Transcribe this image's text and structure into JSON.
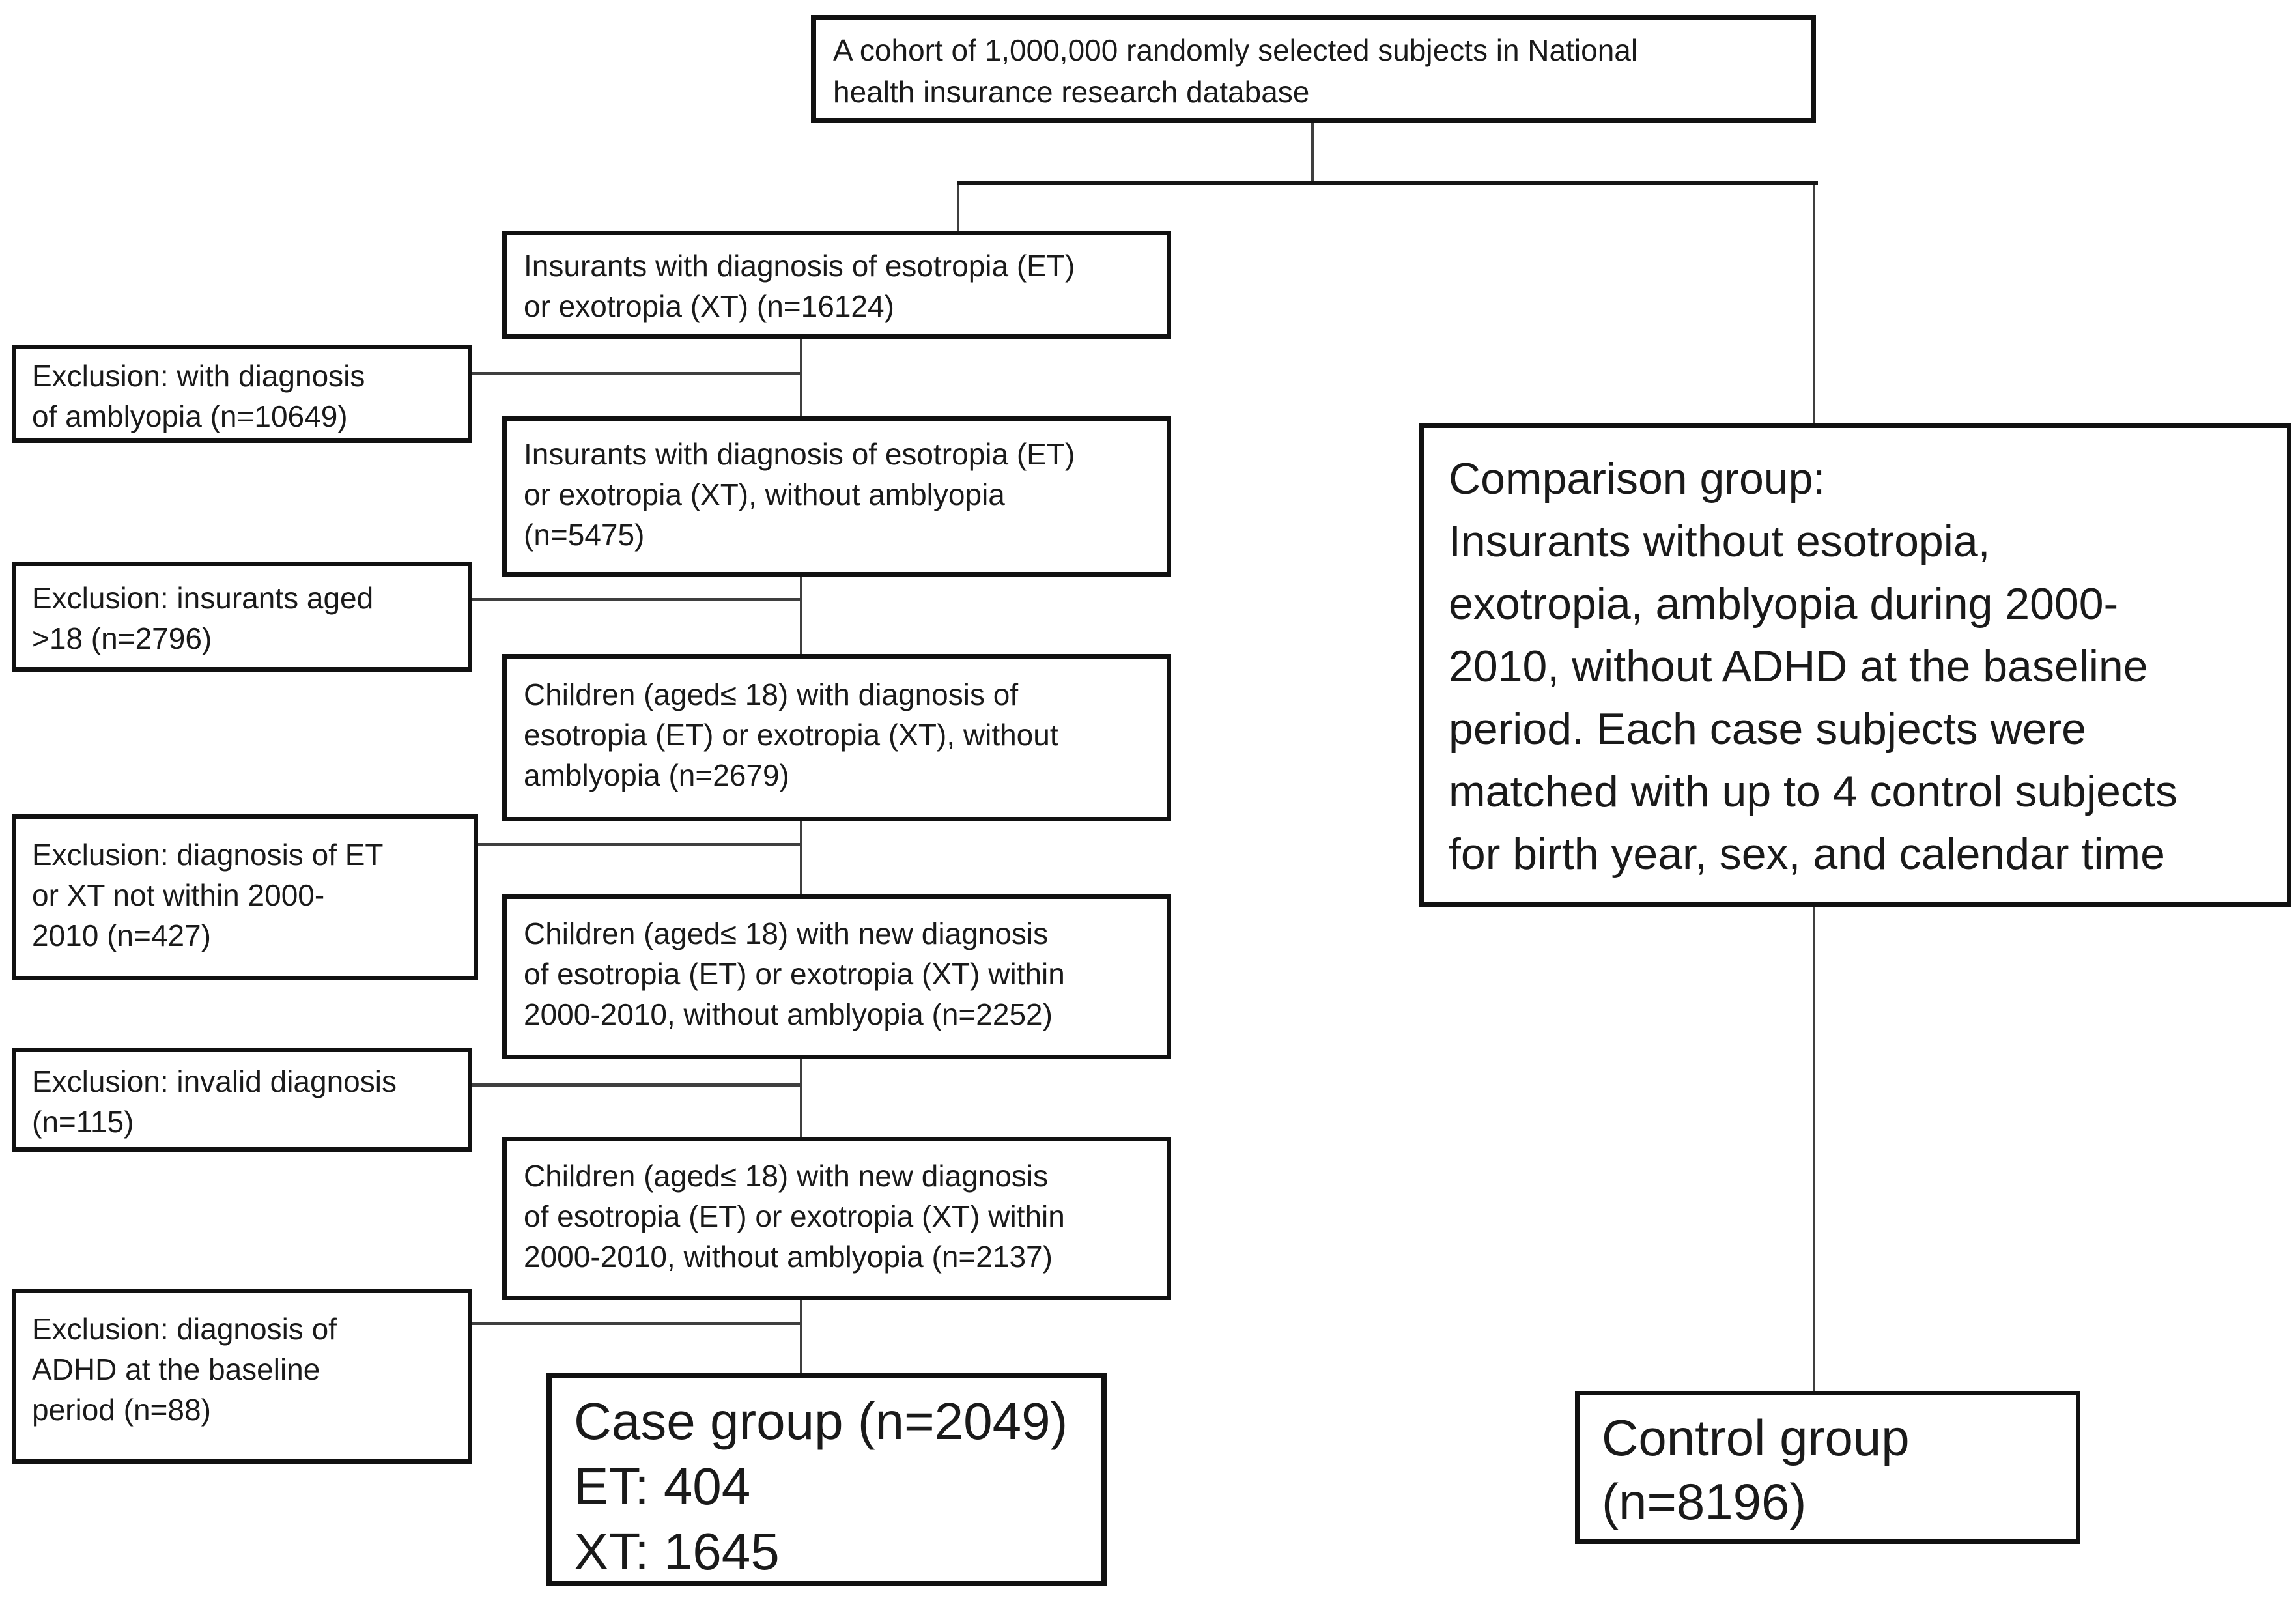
{
  "flowchart": {
    "nodes": {
      "cohort": {
        "text": "A cohort of 1,000,000 randomly selected subjects in National\nhealth insurance research database"
      },
      "strabismus": {
        "text": "Insurants with diagnosis of esotropia (ET)\nor exotropia (XT) (n=16124)"
      },
      "excl_amblyopia": {
        "text": "Exclusion: with diagnosis\nof amblyopia (n=10649)"
      },
      "strabismus_no_amblyopia": {
        "text": "Insurants with diagnosis of esotropia (ET)\nor exotropia (XT), without amblyopia\n(n=5475)"
      },
      "excl_aged": {
        "text": "Exclusion: insurants aged\n>18 (n=2796)"
      },
      "children_strabismus": {
        "text": "Children (aged≤ 18) with diagnosis of\nesotropia (ET) or exotropia (XT), without\namblyopia (n=2679)"
      },
      "excl_not_within_period": {
        "text": "Exclusion: diagnosis of ET\nor XT not within 2000-\n2010 (n=427)"
      },
      "children_new_diagnosis": {
        "text": "Children (aged≤ 18) with new diagnosis\nof esotropia (ET) or exotropia (XT) within\n2000-2010, without amblyopia (n=2252)"
      },
      "excl_invalid": {
        "text": "Exclusion: invalid diagnosis\n(n=115)"
      },
      "children_valid_diagnosis": {
        "text": "Children (aged≤ 18) with new diagnosis\nof esotropia (ET) or exotropia (XT) within\n2000-2010, without amblyopia (n=2137)"
      },
      "excl_adhd": {
        "text": "Exclusion: diagnosis of\nADHD at the baseline\nperiod (n=88)"
      },
      "case_group": {
        "text": "Case group (n=2049)\nET: 404\nXT: 1645"
      },
      "comparison_group": {
        "text": "Comparison group:\nInsurants without esotropia,\nexotropia, amblyopia during 2000-\n2010, without ADHD at the baseline\nperiod. Each case subjects were\nmatched with up to 4 control subjects\nfor birth year, sex, and calendar time"
      },
      "control_group": {
        "text": "Control group\n(n=8196)"
      }
    },
    "colors": {
      "background": "#ffffff",
      "box_border": "#111111",
      "text": "#1a1a1a",
      "connector": "#3f3f3f"
    }
  }
}
